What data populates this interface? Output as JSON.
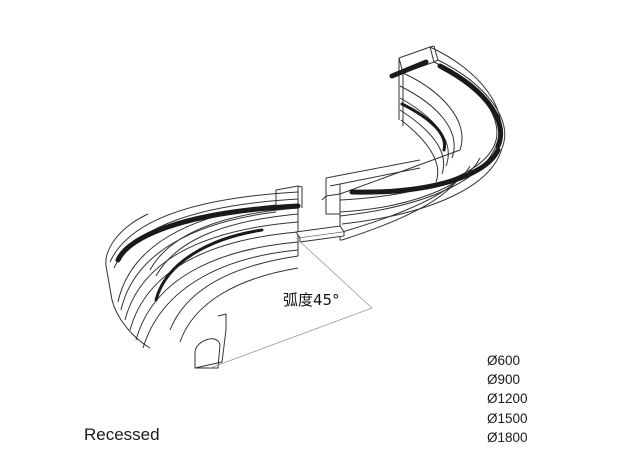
{
  "angle_label": "弧度45°",
  "caption": "Recessed",
  "diameters": [
    "Ø600",
    "Ø900",
    "Ø1200",
    "Ø1500",
    "Ø1800"
  ],
  "colors": {
    "line": "#333333",
    "strip": "#1a1a1a",
    "guide": "#9a9a9a",
    "background": "#ffffff"
  }
}
